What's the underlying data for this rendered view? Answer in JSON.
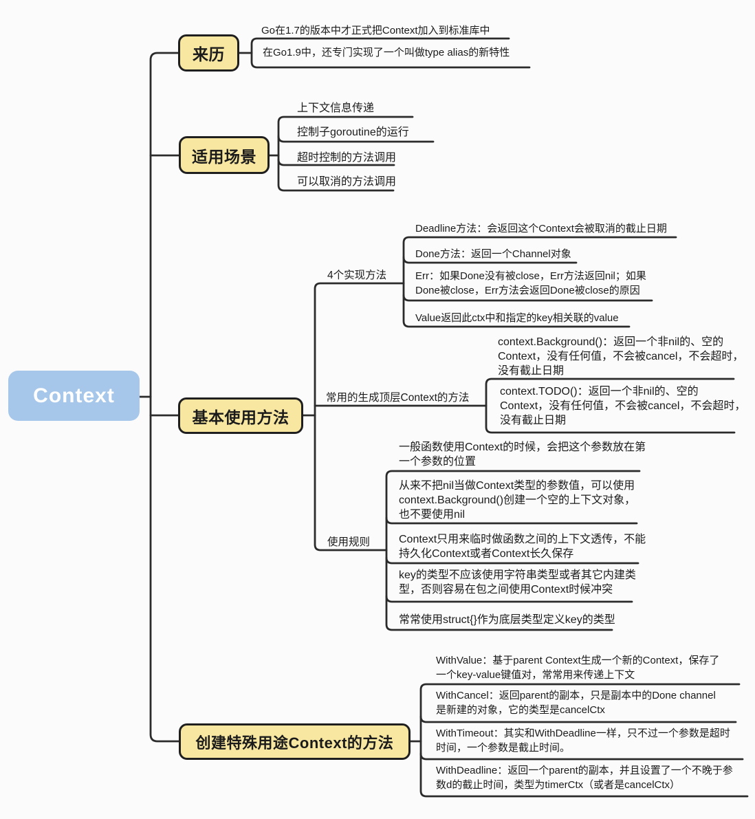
{
  "colors": {
    "background": "#FBFBFB",
    "line": "#2B2B2B",
    "text": "#1B1B1B",
    "topic_fill": "#F8E7A1",
    "topic_border": "#1F1F1F",
    "root_fill": "#A6C7EA",
    "root_text": "#FFFFFF"
  },
  "root": {
    "label": "Context"
  },
  "branches": [
    {
      "label": "来历",
      "children": [
        {
          "text": "Go在1.7的版本中才正式把Context加入到标准库中"
        },
        {
          "text": "在Go1.9中，还专门实现了一个叫做type alias的新特性"
        }
      ]
    },
    {
      "label": "适用场景",
      "children": [
        {
          "text": "上下文信息传递"
        },
        {
          "text": "控制子goroutine的运行"
        },
        {
          "text": "超时控制的方法调用"
        },
        {
          "text": "可以取消的方法调用"
        }
      ]
    },
    {
      "label": "基本使用方法",
      "groups": [
        {
          "label": "4个实现方法",
          "children": [
            {
              "text": "Deadline方法：会返回这个Context会被取消的截止日期"
            },
            {
              "text": "Done方法：返回一个Channel对象"
            },
            {
              "text": "Err：如果Done没有被close，Err方法返回nil；如果\nDone被close，Err方法会返回Done被close的原因"
            },
            {
              "text": "Value返回此ctx中和指定的key相关联的value"
            }
          ]
        },
        {
          "label": "常用的生成顶层Context的方法",
          "children": [
            {
              "text": "context.Background()：返回一个非nil的、空的\nContext，没有任何值，不会被cancel，不会超时，\n没有截止日期"
            },
            {
              "text": "context.TODO()：返回一个非nil的、空的\nContext，没有任何值，不会被cancel，不会超时，\n没有截止日期"
            }
          ]
        },
        {
          "label": "使用规则",
          "children": [
            {
              "text": "一般函数使用Context的时候，会把这个参数放在第\n一个参数的位置"
            },
            {
              "text": "从来不把nil当做Context类型的参数值，可以使用\ncontext.Background()创建一个空的上下文对象，\n也不要使用nil"
            },
            {
              "text": "Context只用来临时做函数之间的上下文透传，不能\n持久化Context或者Context长久保存"
            },
            {
              "text": "key的类型不应该使用字符串类型或者其它内建类\n型，否则容易在包之间使用Context时候冲突"
            },
            {
              "text": "常常使用struct{}作为底层类型定义key的类型"
            }
          ]
        }
      ]
    },
    {
      "label": "创建特殊用途Context的方法",
      "children": [
        {
          "text": "WithValue：基于parent Context生成一个新的Context，保存了\n一个key-value键值对，常常用来传递上下文"
        },
        {
          "text": "WithCancel：返回parent的副本，只是副本中的Done channel\n是新建的对象，它的类型是cancelCtx"
        },
        {
          "text": "WithTimeout：其实和WithDeadline一样，只不过一个参数是超时\n时间，一个参数是截止时间。"
        },
        {
          "text": "WithDeadline：返回一个parent的副本，并且设置了一个不晚于参\n数d的截止时间，类型为timerCtx（或者是cancelCtx）"
        }
      ]
    }
  ]
}
